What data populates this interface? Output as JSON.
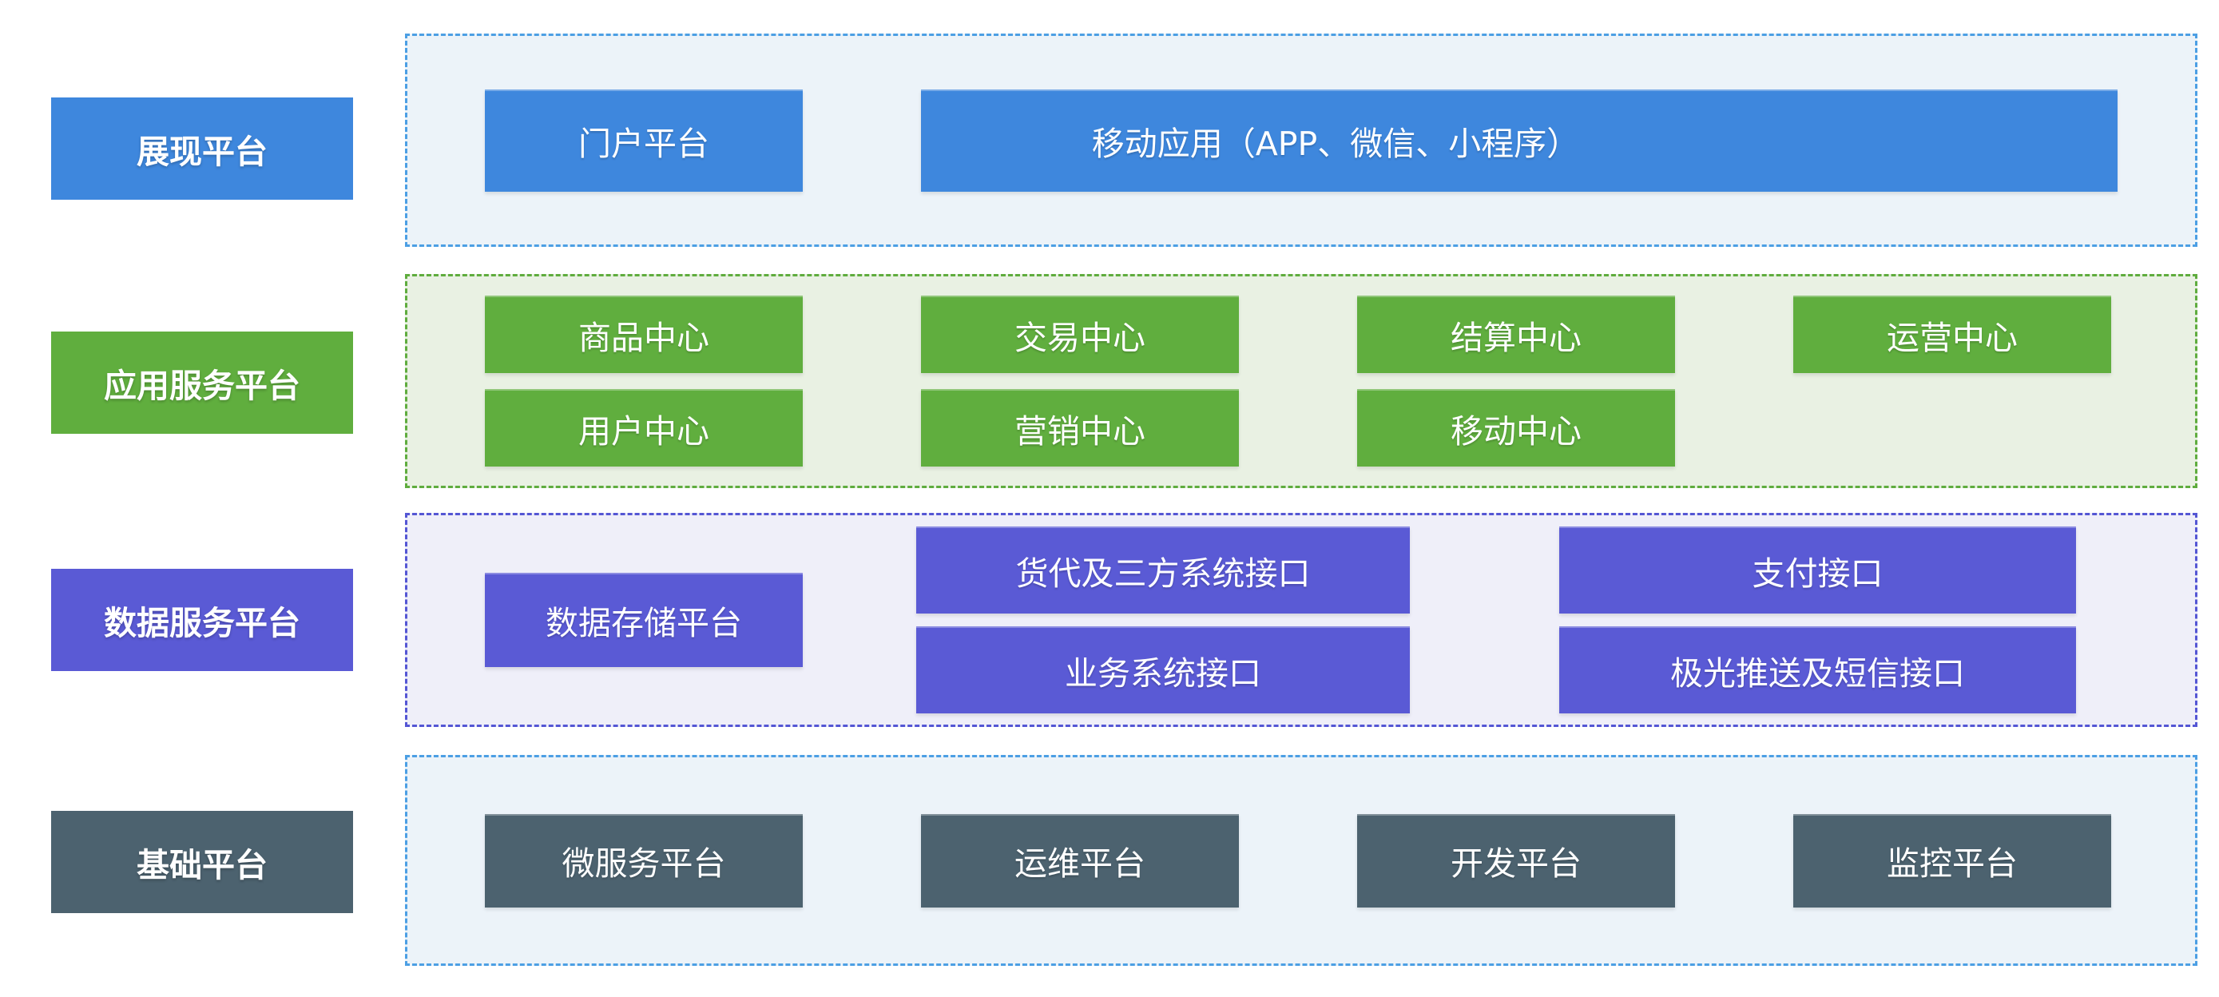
{
  "diagram": {
    "rows": {
      "presentation": {
        "label": "展现平台",
        "boxes": {
          "portal": "门户平台",
          "mobile_apps": "移动应用（APP、微信、小程序）"
        }
      },
      "application": {
        "label": "应用服务平台",
        "boxes": {
          "product_center": "商品中心",
          "trade_center": "交易中心",
          "settlement_center": "结算中心",
          "operation_center": "运营中心",
          "user_center": "用户中心",
          "marketing_center": "营销中心",
          "mobile_center": "移动中心"
        }
      },
      "data_service": {
        "label": "数据服务平台",
        "boxes": {
          "data_storage": "数据存储平台",
          "forwarder_interface": "货代及三方系统接口",
          "payment_interface": "支付接口",
          "business_interface": "业务系统接口",
          "jpush_sms_interface": "极光推送及短信接口"
        }
      },
      "base": {
        "label": "基础平台",
        "boxes": {
          "microservice_platform": "微服务平台",
          "ops_platform": "运维平台",
          "dev_platform": "开发平台",
          "monitor_platform": "监控平台"
        }
      }
    },
    "colors": {
      "blue_box": "#3E87DD",
      "blue_border": "#4C9FE4",
      "blue_section_bg": "#ECF3F9",
      "green_box": "#60AE3E",
      "green_border": "#5FAC3E",
      "green_section_bg": "#E9F1E3",
      "purple_box": "#5A5AD5",
      "purple_border": "#5456D4",
      "purple_section_bg": "#EFEFF9",
      "slate_box": "#4C626F",
      "box_text": "#FFFFFF",
      "page_bg": "#FFFFFF"
    }
  }
}
